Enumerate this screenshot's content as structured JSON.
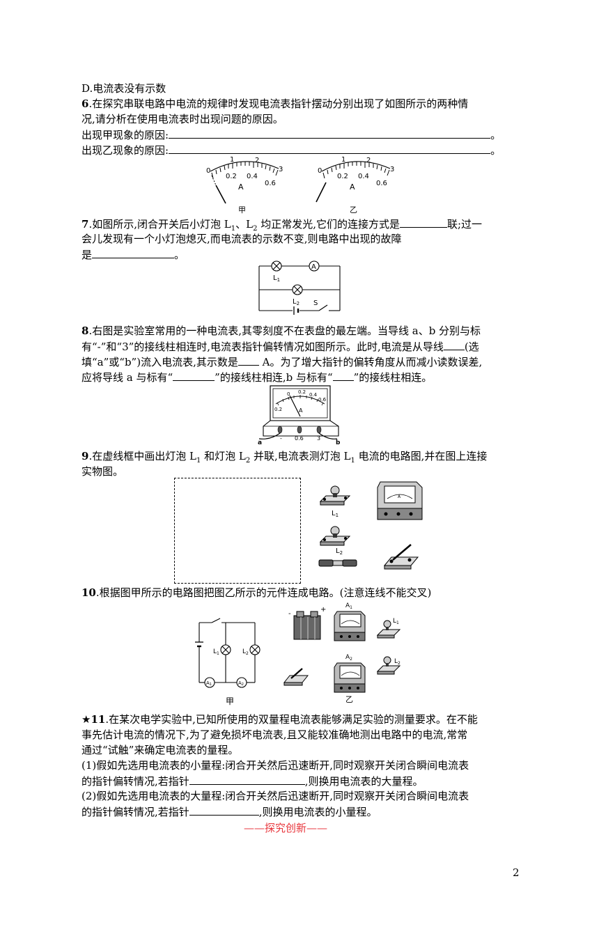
{
  "q5": {
    "option_d": "D.电流表没有示数"
  },
  "q6": {
    "number": "6",
    "line1": ".在探究串联电路中电流的规律时发现电流表指针摆动分别出现了如图所示的两种情",
    "line2": "况,请分析在使用电流表时出现问题的原因。",
    "reason_a": "出现甲现象的原因:",
    "reason_b": "出现乙现象的原因:",
    "end": "。",
    "meter_scale": [
      "0",
      "1",
      "2",
      "3",
      "0.2",
      "0.4",
      "0.6",
      "A"
    ],
    "label_a": "甲",
    "label_b": "乙"
  },
  "q7": {
    "number": "7",
    "line1a": ".如图所示,闭合开关后小灯泡 L",
    "sub1": "1",
    "sep": "、L",
    "sub2": "2",
    "line1b": " 均正常发光,它们的连接方式是",
    "line1c": "联;过一",
    "line2": "会儿发现有一个小灯泡熄灭,而电流表的示数不变,则电路中出现的故障",
    "line3a": "是",
    "line3b": "。",
    "circuit": {
      "ammeter": "A",
      "l1": "L",
      "l1_sub": "1",
      "l2": "L",
      "l2_sub": "2",
      "switch": "S"
    }
  },
  "q8": {
    "number": "8",
    "line1": ".右图是实验室常用的一种电流表,其零刻度不在表盘的最左端。当导线 a、b 分别与标",
    "line2a": "有“-”和“3”的接线柱相连时,电流表指针偏转情况如图所示。此时,电流是从导线",
    "line2b": "(选",
    "line3a": "填“a”或“b”)流入电流表,其示数是",
    "line3b": " A。为了增大指针的偏转角度从而减小读数误差,",
    "line4a": "应将导线 a 与标有“",
    "line4b": "”的接线柱相连,b 与标有“",
    "line4c": "”的接线柱相连。",
    "meter": {
      "ticks": [
        "0.2",
        "0",
        "0.2",
        "0.4",
        "0.6"
      ],
      "unit": "A",
      "terminals": [
        "-",
        "0.6",
        "3"
      ],
      "wire_a": "a",
      "wire_b": "b"
    }
  },
  "q9": {
    "number": "9",
    "line1a": ".在虚线框中画出灯泡 L",
    "sub1": "1",
    "line1b": " 和灯泡 L",
    "sub2": "2",
    "line1c": " 并联,电流表测灯泡 L",
    "sub3": "1",
    "line1d": " 电流的电路图,并在图上连接",
    "line2": "实物图。",
    "labels": {
      "l1": "L",
      "l1_sub": "1",
      "l2": "L",
      "l2_sub": "2",
      "meter_unit": "A"
    }
  },
  "q10": {
    "number": "10",
    "text": ".根据图甲所示的电路图把图乙所示的元件连成电路。(注意连线不能交叉)",
    "labels": {
      "l1": "L",
      "l1_sub": "1",
      "l2": "L",
      "l2_sub": "2",
      "a1": "A",
      "a1_sub": "1",
      "a2": "A",
      "a2_sub": "2",
      "minus": "-",
      "plus": "+",
      "fig_a": "甲",
      "fig_b": "乙"
    }
  },
  "q11": {
    "star": "★",
    "number": "11",
    "line1": ".在某次电学实验中,已知所使用的双量程电流表能够满足实验的测量要求。在不能",
    "line2": "事先估计电流的情况下,为了避免损坏电流表,且又能较准确地测出电路中的电流,常常",
    "line3": "通过“试触”来确定电流表的量程。",
    "p1a": "(1)假如先选用电流表的小量程:闭合开关然后迅速断开,同时观察开关闭合瞬间电流表",
    "p1b": "的指针偏转情况,若指针",
    "p1c": ",则换用电流表的大量程。",
    "p2a": "(2)假如先选用电流表的大量程:闭合开关然后迅速断开,同时观察开关闭合瞬间电流表",
    "p2b": "的指针偏转情况,若指针",
    "p2c": ",则换用电流表的小量程。"
  },
  "section_heading": "——探究创新——",
  "page_number": "2",
  "colors": {
    "accent_red": "#e8363c"
  }
}
